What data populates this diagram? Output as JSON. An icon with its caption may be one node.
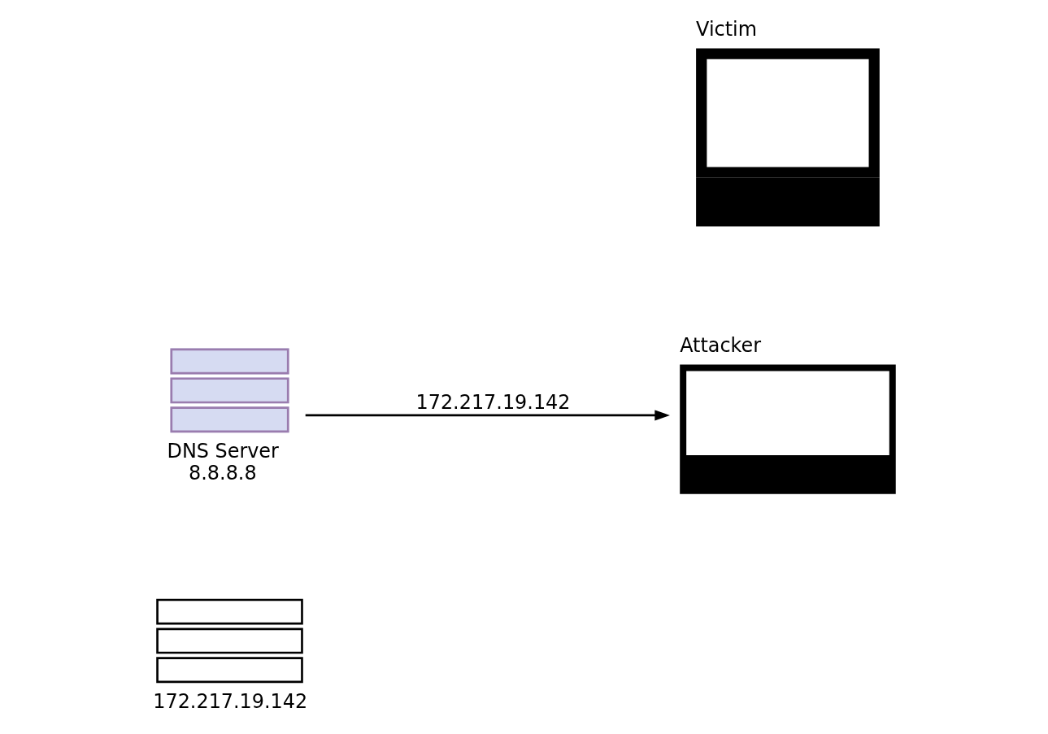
{
  "diagram": {
    "nodes": [
      {
        "text": [
          "172.217.19.142"
        ]
      },
      {
        "text": [
          "DNS Server",
          "8.8.8.8"
        ]
      },
      {
        "text": [
          "Attacker"
        ]
      },
      {
        "text": [
          "Victim"
        ]
      }
    ],
    "edges": [
      {
        "from": 1,
        "to": 2,
        "arrow": "to",
        "label": "172.217.19.142"
      }
    ]
  }
}
